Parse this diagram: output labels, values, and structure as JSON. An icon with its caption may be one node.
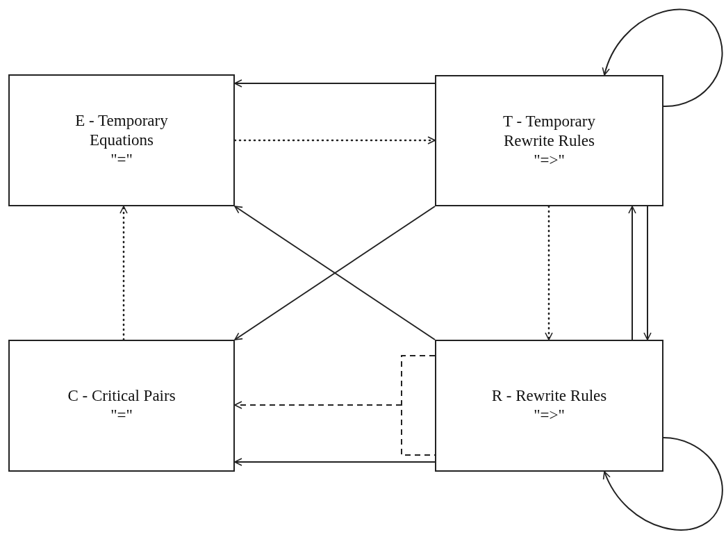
{
  "diagram": {
    "nodes": [
      {
        "text": [
          "E - Temporary Equations",
          "\"=\""
        ]
      },
      {
        "text": [
          "T - Temporary Rewrite Rules",
          "\"=>\""
        ]
      },
      {
        "text": [
          "C - Critical Pairs",
          "\"=\""
        ]
      },
      {
        "text": [
          "R - Rewrite Rules",
          "\"=>\""
        ]
      }
    ],
    "edges": [
      {
        "from": 1,
        "to": 0,
        "arrow": "to"
      },
      {
        "from": 0,
        "to": 1,
        "arrow": "to",
        "style": "dashed"
      },
      {
        "from": 1,
        "to": 1,
        "arrow": "to"
      },
      {
        "from": 1,
        "to": 3,
        "arrow": "to",
        "style": "dashed"
      },
      {
        "from": 3,
        "to": 1,
        "arrow": "to"
      },
      {
        "from": 1,
        "to": 3,
        "arrow": "to"
      },
      {
        "from": 3,
        "to": 0,
        "arrow": "to"
      },
      {
        "from": 1,
        "to": 2,
        "arrow": "to"
      },
      {
        "from": 2,
        "to": 0,
        "arrow": "to",
        "style": "dashed"
      },
      {
        "from": 3,
        "to": 2,
        "arrow": "to",
        "style": "dashed"
      },
      {
        "from": 3,
        "to": 2,
        "arrow": "to"
      },
      {
        "from": 3,
        "to": 3,
        "arrow": "to"
      }
    ]
  }
}
